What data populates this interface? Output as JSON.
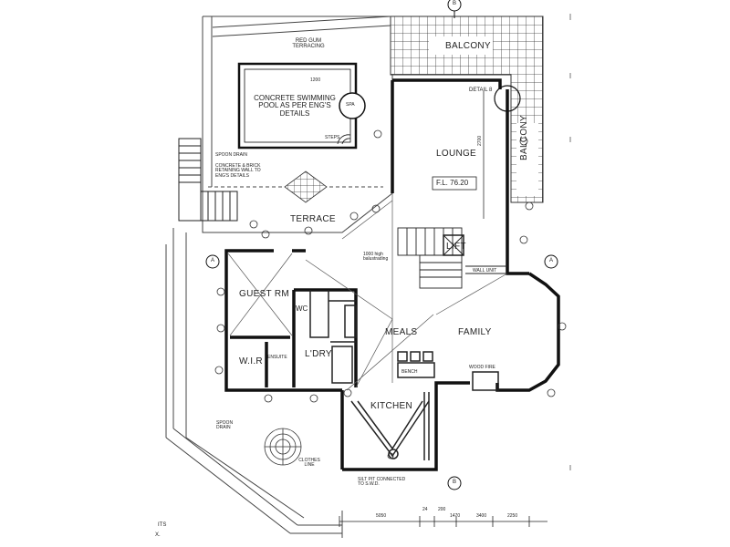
{
  "rooms": {
    "balcony_top": "BALCONY",
    "balcony_side": "BALCONY",
    "lounge": "LOUNGE",
    "terrace": "TERRACE",
    "guest_rm": "GUEST RM",
    "wir": "W.I.R",
    "ensuite": "ENSUITE",
    "wc": "WC",
    "ldry": "L'DRY",
    "meals": "MEALS",
    "family": "FAMILY",
    "kitchen": "KITCHEN",
    "lift": "LIFT"
  },
  "notes": {
    "red_gum": "RED GUM TERRACING",
    "pool": "CONCRETE SWIMMING POOL AS PER ENG'S DETAILS",
    "spa": "SPA",
    "steps": "STEPS",
    "pool_dim": "1200",
    "spoon_drain": "SPOON DRAIN",
    "retaining": "CONCRETE & BRICK RETAINING WALL TO ENG'S DETAILS",
    "detail": "DETAIL 8",
    "floor_level": "F.L. 76.20",
    "balustrade": "1000 high balustrading",
    "wall_unit": "WALL UNIT",
    "wood_fire": "WOOD FIRE",
    "spoon_drain_2": "SPOON DRAIN",
    "clothes_line": "CLOTHES LINE",
    "silt_pit": "SILT PIT CONNECTED TO S.W.D.",
    "bench": "BENCH",
    "lounge_dim": "2700",
    "side_text": "ITS",
    "side_text_2": "X."
  },
  "sections": {
    "top": "B",
    "bottom": "B",
    "left": "A",
    "right": "A"
  },
  "dimensions": [
    "5050",
    "24",
    "200",
    "1470",
    "3400",
    "2250"
  ]
}
